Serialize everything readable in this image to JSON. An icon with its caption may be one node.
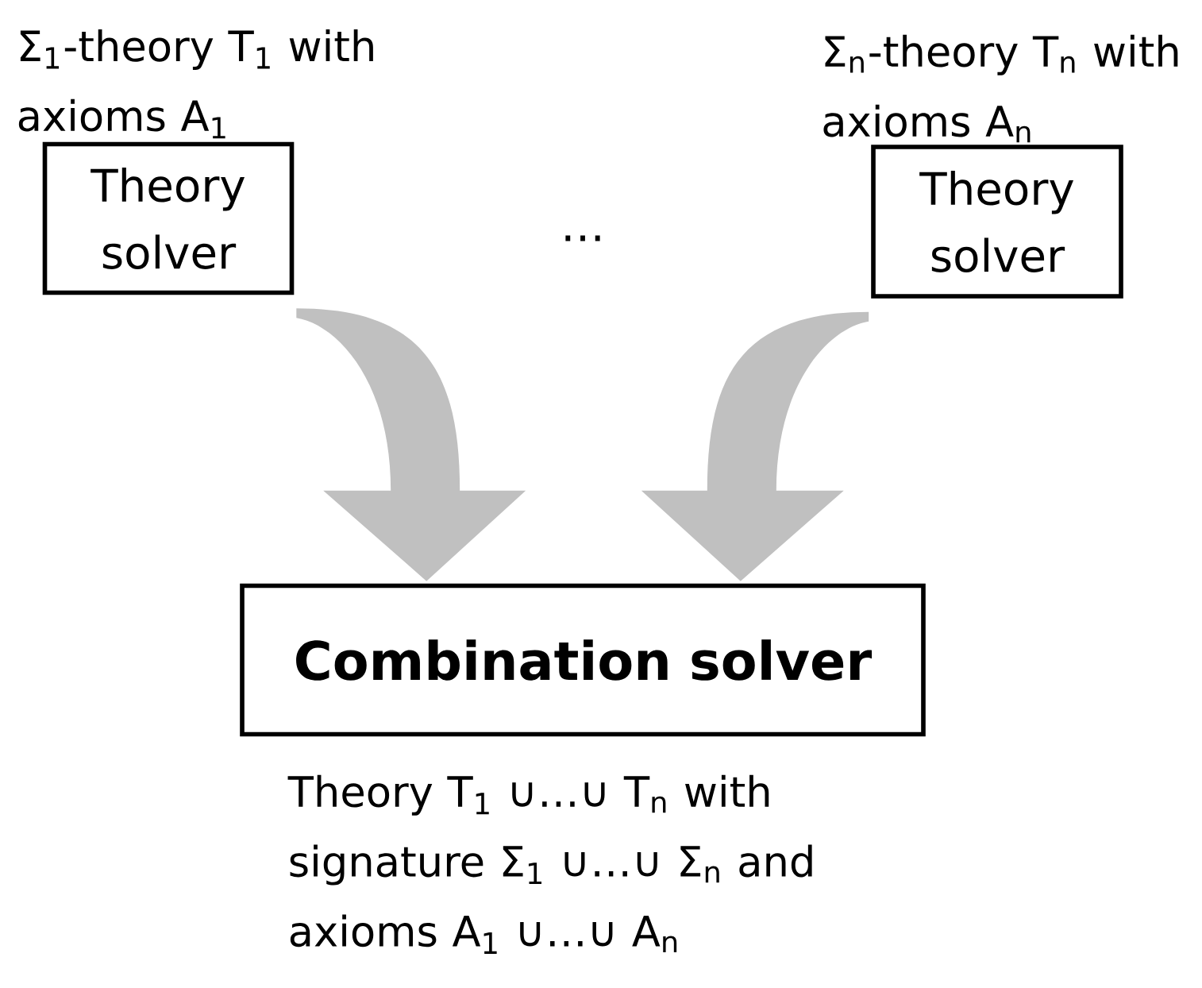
{
  "diagram": {
    "nodes": [
      {
        "text": [
          "Theory solver"
        ],
        "beside": [
          "Σ$_{1}$-theory T$_{1}$ with axioms A$_{1}$"
        ]
      },
      {
        "text": [
          "Theory solver"
        ],
        "beside": [
          "Σ$_{n}$-theory T$_{n}$ with axioms A$_{n}$"
        ]
      },
      {
        "text": [
          "Combination solver"
        ],
        "beside": [
          "Theory T$_{1}$ ∪…∪ T$_{n}$ with signature Σ$_{1}$ ∪…∪ Σ$_{n}$ and axioms A$_{1}$ ∪…∪ A$_{n}$"
        ]
      }
    ],
    "edges": [
      {
        "from": 0,
        "to": 2,
        "arrow": "to"
      },
      {
        "from": 1,
        "to": 2,
        "arrow": "to"
      }
    ],
    "labels": [
      "…"
    ]
  }
}
